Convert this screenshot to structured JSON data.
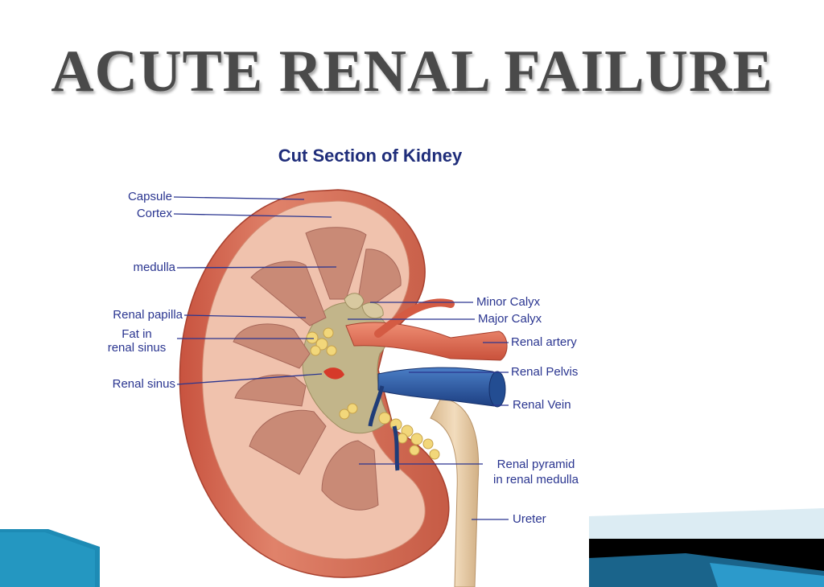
{
  "slide": {
    "title": "ACUTE RENAL FAILURE"
  },
  "diagram": {
    "title": "Cut Section of  Kidney",
    "labels": {
      "capsule": "Capsule",
      "cortex": "Cortex",
      "medulla": "medulla",
      "renal_papilla": "Renal papilla",
      "fat_line1": "Fat in",
      "fat_line2": "renal sinus",
      "renal_sinus": "Renal sinus",
      "minor_calyx": "Minor Calyx",
      "major_calyx": "Major Calyx",
      "renal_artery": "Renal artery",
      "renal_pelvis": "Renal Pelvis",
      "renal_vein": "Renal Vein",
      "pyramid_line1": "Renal pyramid",
      "pyramid_line2": "in renal medulla",
      "ureter": "Ureter"
    }
  },
  "colors": {
    "title": "#4a4a4a",
    "label_text": "#2a3590",
    "leader_line": "#2a3590",
    "kidney_outer": "#d9735c",
    "cortex": "#f0c2ad",
    "pyramid": "#c98a76",
    "sinus": "#c2b58a",
    "fat": "#f2d77a",
    "artery": "#de6a50",
    "vein": "#2f5fa8",
    "ureter": "#e2c8a4",
    "deco_teal": "#1d8bb5",
    "deco_black": "#000000"
  }
}
